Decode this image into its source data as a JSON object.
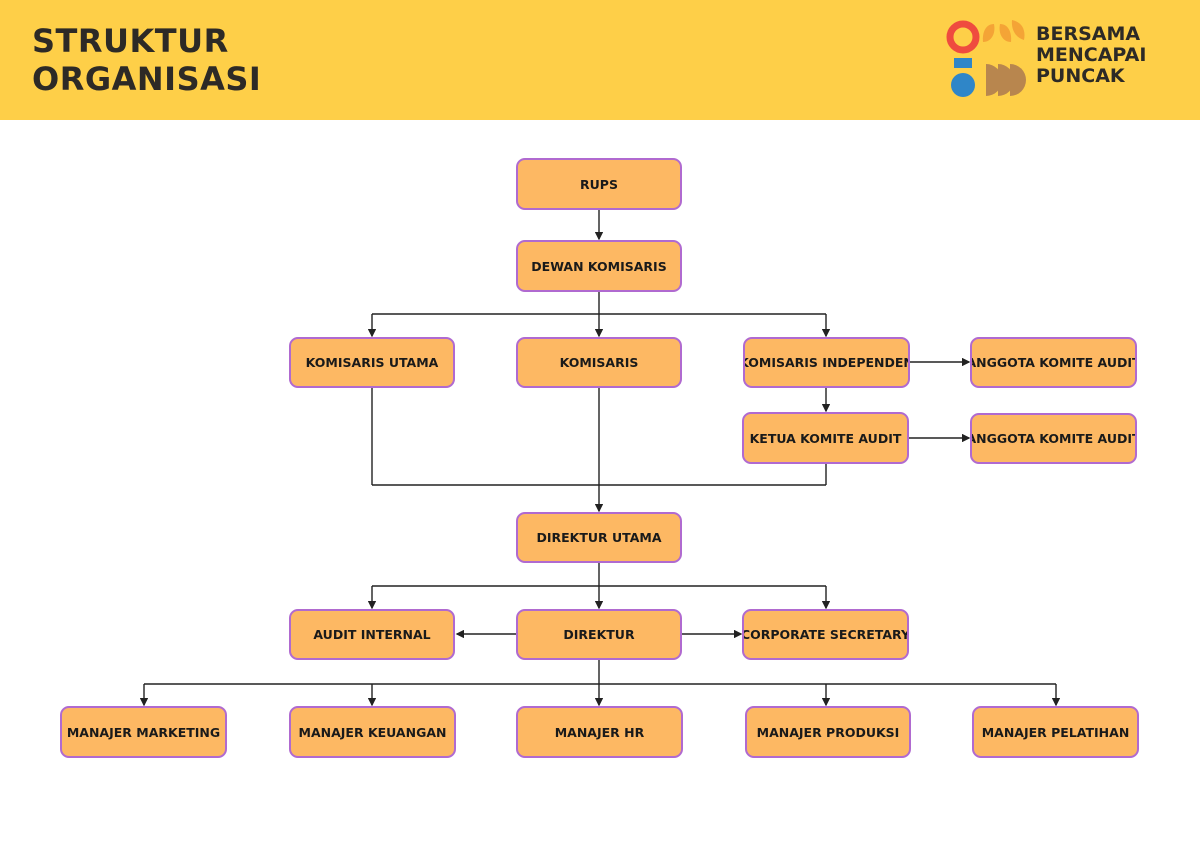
{
  "header": {
    "title_line1": "STRUKTUR",
    "title_line2": "ORGANISASI",
    "logo_line1": "BERSAMA",
    "logo_line2": "MENCAPAI",
    "logo_line3": "PUNCAK"
  },
  "colors": {
    "header_bg": "#fecf48",
    "node_fill": "#fdb863",
    "node_border": "#b06ad0",
    "logo_red": "#ef4b3f",
    "logo_blue": "#2f86c8",
    "logo_orange": "#f4a436",
    "logo_brown": "#b8864e"
  },
  "nodes": {
    "rups": "RUPS",
    "dewan_komisaris": "DEWAN KOMISARIS",
    "komisaris_utama": "KOMISARIS UTAMA",
    "komisaris": "KOMISARIS",
    "komisaris_independen": "KOMISARIS INDEPENDEN",
    "anggota_komite_audit_1": "ANGGOTA KOMITE AUDIT",
    "ketua_komite_audit": "KETUA KOMITE AUDIT",
    "anggota_komite_audit_2": "ANGGOTA KOMITE AUDIT",
    "direktur_utama": "DIREKTUR UTAMA",
    "audit_internal": "AUDIT INTERNAL",
    "direktur": "DIREKTUR",
    "corporate_secretary": "CORPORATE SECRETARY",
    "manajer_marketing": "MANAJER MARKETING",
    "manajer_keuangan": "MANAJER KEUANGAN",
    "manajer_hr": "MANAJER HR",
    "manajer_produksi": "MANAJER PRODUKSI",
    "manajer_pelatihan": "MANAJER PELATIHAN"
  }
}
